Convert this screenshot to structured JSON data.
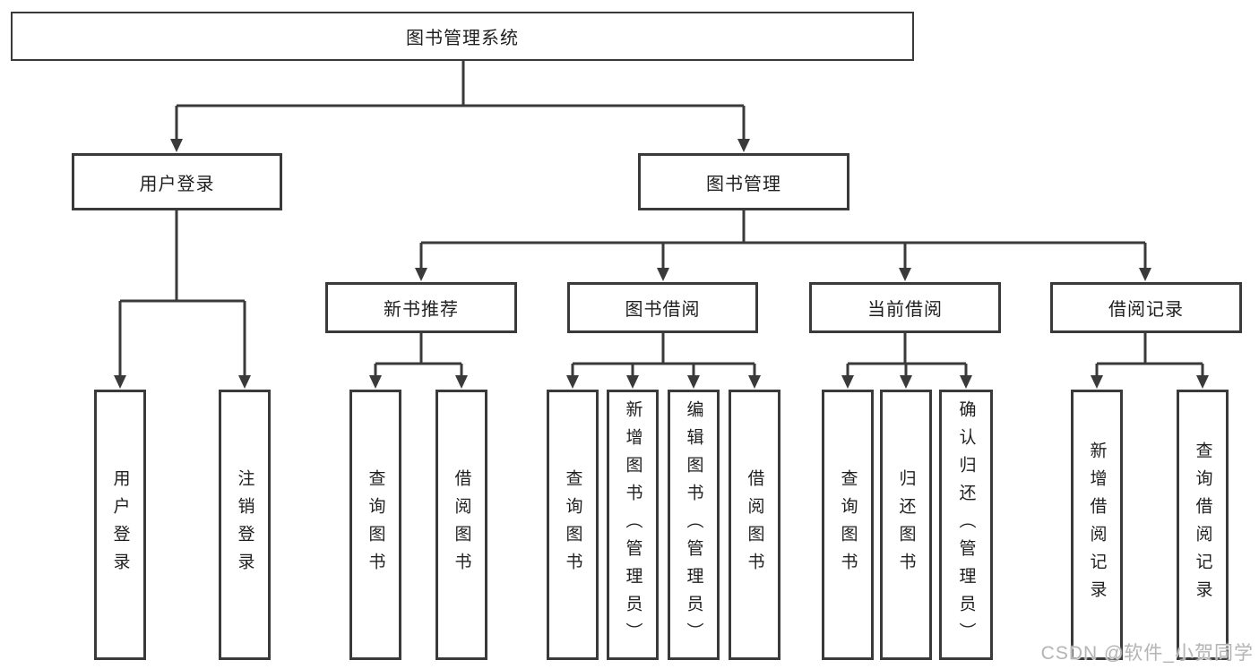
{
  "diagram": {
    "root": {
      "label": "图书管理系统"
    },
    "branches": [
      {
        "label": "用户登录",
        "children": [
          {
            "label": "用户登录"
          },
          {
            "label": "注销登录"
          }
        ]
      },
      {
        "label": "图书管理",
        "children": [
          {
            "label": "新书推荐",
            "children": [
              {
                "label": "查询图书"
              },
              {
                "label": "借阅图书"
              }
            ]
          },
          {
            "label": "图书借阅",
            "children": [
              {
                "label": "查询图书"
              },
              {
                "label": "新增图书（管理员）"
              },
              {
                "label": "编辑图书（管理员）"
              },
              {
                "label": "借阅图书"
              }
            ]
          },
          {
            "label": "当前借阅",
            "children": [
              {
                "label": "查询图书"
              },
              {
                "label": "归还图书"
              },
              {
                "label": "确认归还（管理员）"
              }
            ]
          },
          {
            "label": "借阅记录",
            "children": [
              {
                "label": "新增借阅记录"
              },
              {
                "label": "查询借阅记录"
              }
            ]
          }
        ]
      }
    ]
  },
  "watermark": {
    "text": "CSDN @软件_小贺同学"
  },
  "colors": {
    "line": "#3a3a3a",
    "text": "#1f1f1f",
    "background": "#ffffff",
    "watermark": "#b5b5b5"
  }
}
